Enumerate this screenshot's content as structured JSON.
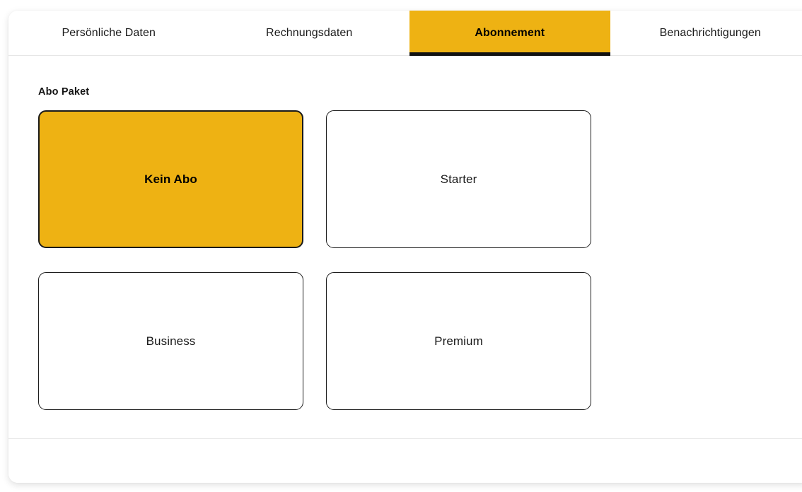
{
  "colors": {
    "accent": "#eeb213",
    "accent_underline": "#111111",
    "card_border": "#1d1d1d",
    "divider": "#e6e6e6",
    "text": "#1b1b1b"
  },
  "tabs": [
    {
      "label": "Persönliche Daten",
      "active": false
    },
    {
      "label": "Rechnungsdaten",
      "active": false
    },
    {
      "label": "Abonnement",
      "active": true
    },
    {
      "label": "Benachrichtigungen",
      "active": false
    }
  ],
  "main": {
    "section_title": "Abo Paket",
    "plans": [
      {
        "label": "Kein Abo",
        "selected": true
      },
      {
        "label": "Starter",
        "selected": false
      },
      {
        "label": "Business",
        "selected": false
      },
      {
        "label": "Premium",
        "selected": false
      }
    ]
  }
}
